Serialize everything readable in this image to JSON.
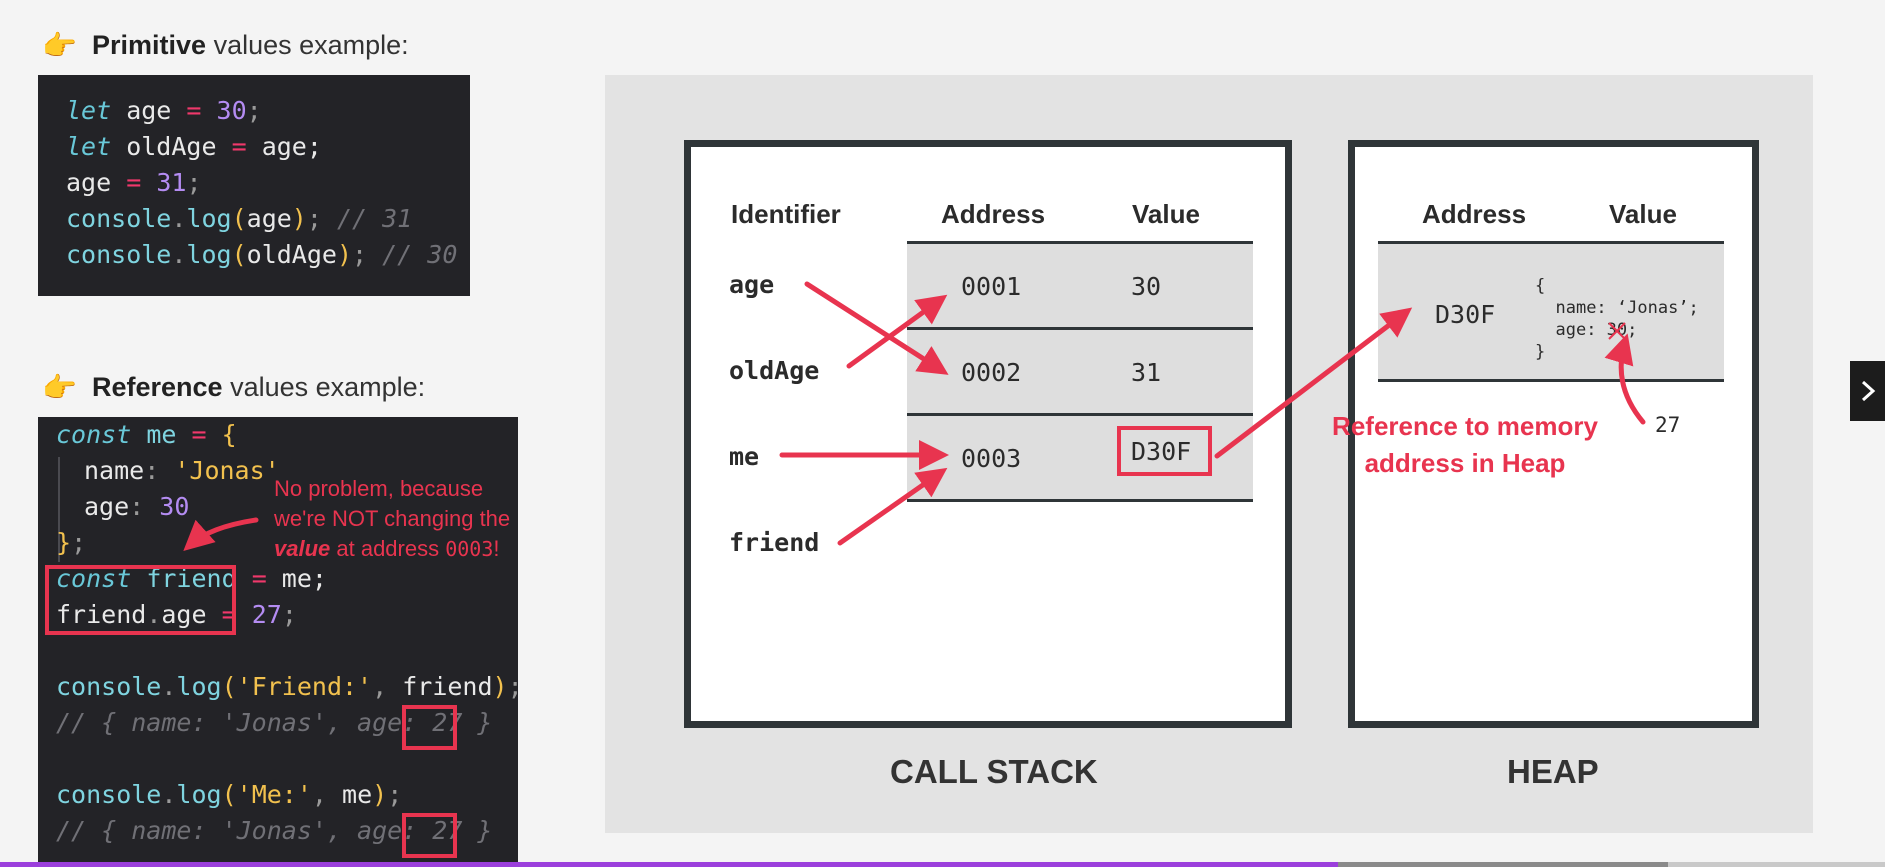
{
  "primitive_heading": {
    "bold": "Primitive",
    "rest": " values example:"
  },
  "reference_heading": {
    "bold": "Reference",
    "rest": " values example:"
  },
  "primitive_code": {
    "l1": [
      "let",
      " age ",
      "=",
      " ",
      "30",
      ";"
    ],
    "l2": [
      "let",
      " oldAge ",
      "=",
      " age;"
    ],
    "l3": [
      "age ",
      "=",
      " ",
      "31",
      ";"
    ],
    "l4": [
      "console",
      ".",
      "log",
      "(",
      "age",
      ")",
      ";",
      " // 31"
    ],
    "l5": [
      "console",
      ".",
      "log",
      "(",
      "oldAge",
      ")",
      ";",
      " // 30"
    ]
  },
  "reference_code": {
    "l1": [
      "const",
      " me ",
      "=",
      " ",
      "{"
    ],
    "l2": [
      "name",
      ":",
      " ",
      "'Jonas'"
    ],
    "l3": [
      "age",
      ":",
      " ",
      "30"
    ],
    "l4": [
      "}",
      ";"
    ],
    "l5": [
      "const",
      " friend",
      " ",
      "=",
      " me;"
    ],
    "l6": [
      "friend",
      ".",
      "age",
      " ",
      "=",
      " ",
      "27",
      ";"
    ],
    "l8": [
      "console",
      ".",
      "log",
      "(",
      "'Friend:'",
      ", ",
      "friend",
      ")",
      ";"
    ],
    "l9": "// { name: 'Jonas', age: 27 }",
    "l11": [
      "console",
      ".",
      "log",
      "(",
      "'Me:'",
      ", ",
      "me",
      ")",
      ";"
    ],
    "l12": "// { name: 'Jonas', age: 27 }"
  },
  "annotation": {
    "line1": "No problem, because",
    "line2": "we're NOT changing the",
    "line3_italic": "value",
    "line3_rest": " at address ",
    "line3_mono": "0003",
    "line3_end": "!"
  },
  "call_stack": {
    "caption": "CALL STACK",
    "headers": {
      "identifier": "Identifier",
      "address": "Address",
      "value": "Value"
    },
    "identifiers": [
      "age",
      "oldAge",
      "me",
      "friend"
    ],
    "rows": [
      {
        "address": "0001",
        "value": "30"
      },
      {
        "address": "0002",
        "value": "31"
      },
      {
        "address": "0003",
        "value": "D30F"
      }
    ]
  },
  "heap": {
    "caption": "HEAP",
    "headers": {
      "address": "Address",
      "value": "Value"
    },
    "address": "D30F",
    "object": {
      "open": "{",
      "name_line": "name: ‘Jonas’;",
      "age_key": "age: ",
      "age_old": "30",
      "age_end": ";",
      "close": "}"
    },
    "new_age": "27"
  },
  "reference_note": {
    "line1": "Reference to memory",
    "line2": "address in Heap"
  },
  "colors": {
    "accent_red": "#e8344f",
    "progress": "#9b3fdc",
    "panel_border": "#2f3538"
  },
  "icons": {
    "pointer": "backhand-index-pointing-right",
    "next": "chevron-right"
  },
  "progress": {
    "played_fraction": 0.71,
    "buffered_fraction": 0.885
  }
}
